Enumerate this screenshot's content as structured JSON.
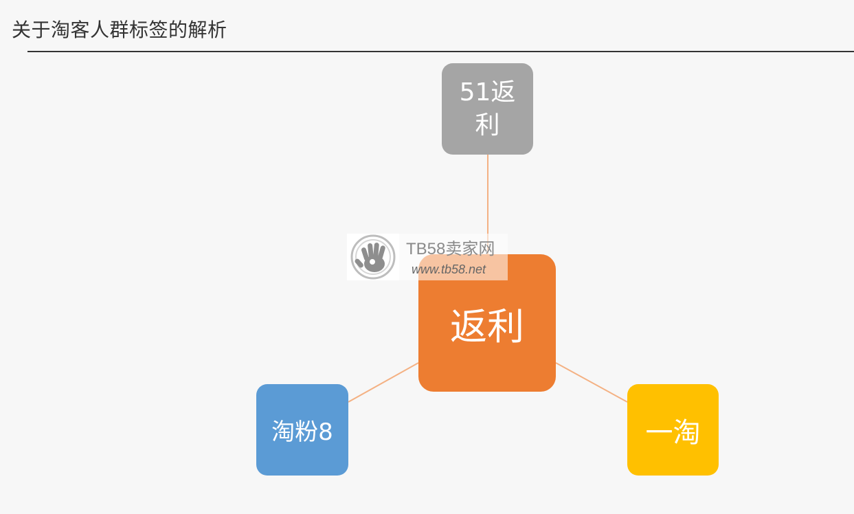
{
  "header": {
    "title": "关于淘客人群标签的解析"
  },
  "diagram": {
    "center": {
      "label": "返利",
      "color": "#ED7D31"
    },
    "nodes": [
      {
        "id": "top",
        "label_line1": "51返",
        "label_line2": "利",
        "color": "#A5A5A5"
      },
      {
        "id": "left",
        "label": "淘粉8",
        "color": "#5B9BD5"
      },
      {
        "id": "right",
        "label": "一淘",
        "color": "#FFC000"
      }
    ],
    "connector_color": "#F4B183"
  },
  "watermark": {
    "title": "TB58卖家网",
    "url": "www.tb58.net"
  }
}
